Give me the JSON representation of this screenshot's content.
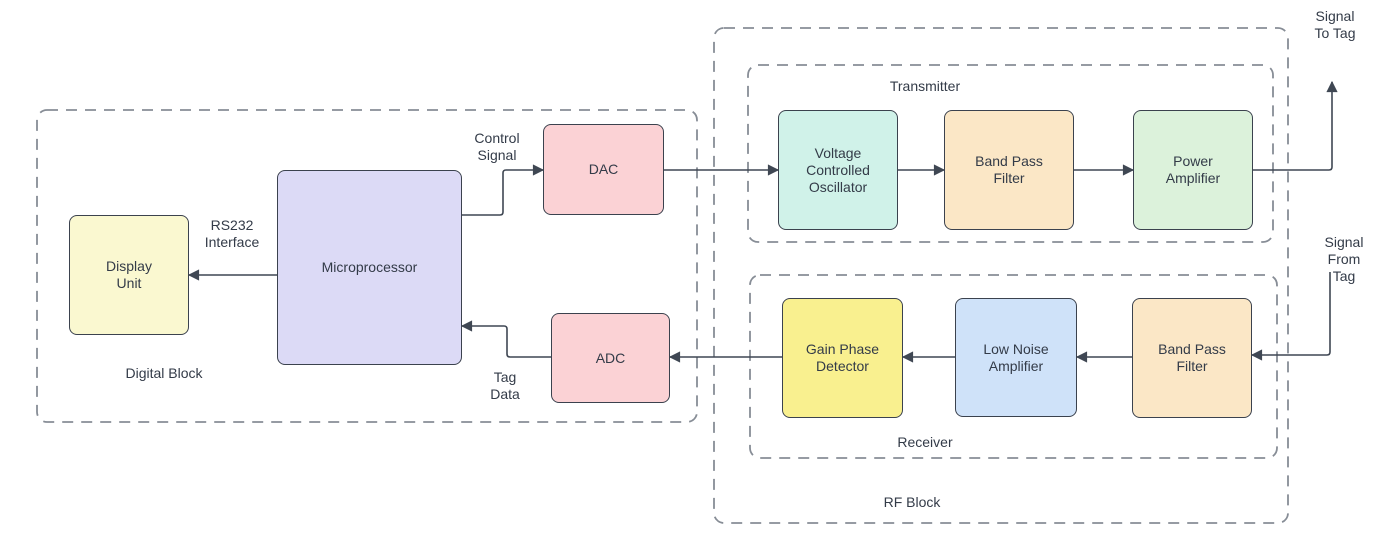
{
  "containers": {
    "digital_block": {
      "label": "Digital Block"
    },
    "rf_block": {
      "label": "RF Block"
    },
    "transmitter": {
      "label": "Transmitter"
    },
    "receiver": {
      "label": "Receiver"
    }
  },
  "nodes": {
    "display_unit": {
      "label": "Display\nUnit",
      "fill": "#faf8d0"
    },
    "microprocessor": {
      "label": "Microprocessor",
      "fill": "#dcdaf6"
    },
    "dac": {
      "label": "DAC",
      "fill": "#fbd2d5"
    },
    "adc": {
      "label": "ADC",
      "fill": "#fbd2d5"
    },
    "vco": {
      "label": "Voltage\nControlled\nOscillator",
      "fill": "#d0f2e9"
    },
    "band_pass_filter_tx": {
      "label": "Band Pass\nFilter",
      "fill": "#fbe7c6"
    },
    "power_amplifier": {
      "label": "Power\nAmplifier",
      "fill": "#dcf2db"
    },
    "gain_phase_detector": {
      "label": "Gain Phase\nDetector",
      "fill": "#f9f08f"
    },
    "low_noise_amplifier": {
      "label": "Low Noise\nAmplifier",
      "fill": "#cfe2f9"
    },
    "band_pass_filter_rx": {
      "label": "Band Pass\nFilter",
      "fill": "#fbe7c6"
    }
  },
  "annotations": {
    "rs232_interface": "RS232\nInterface",
    "control_signal": "Control\nSignal",
    "tag_data": "Tag\nData",
    "signal_to_tag": "Signal\nTo Tag",
    "signal_from_tag": "Signal\nFrom Tag"
  },
  "colors": {
    "box_border": "#3b424e",
    "dashed_border": "#878d96",
    "arrow": "#3f4753",
    "text": "#333b48",
    "background": "#ffffff"
  }
}
